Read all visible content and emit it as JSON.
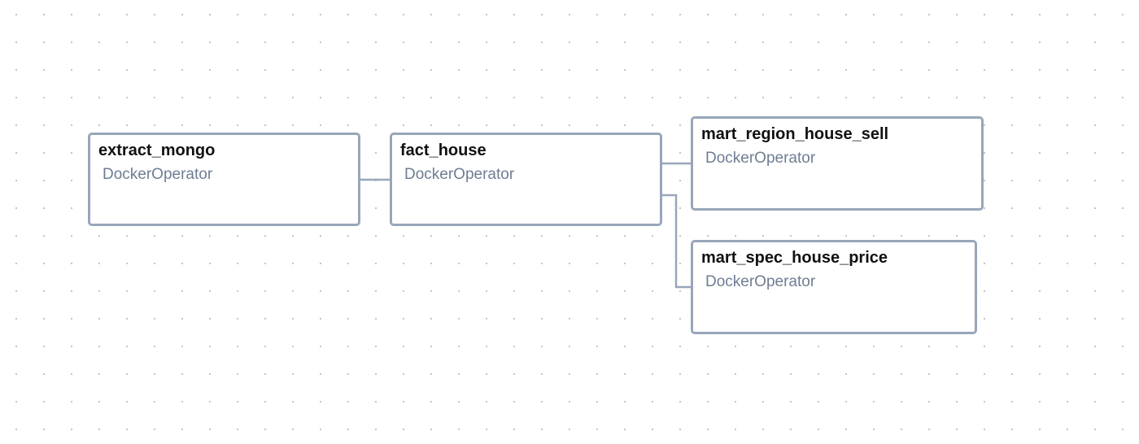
{
  "graph": {
    "tasks": [
      {
        "id": "extract_mongo",
        "name": "extract_mongo",
        "operator": "DockerOperator"
      },
      {
        "id": "fact_house",
        "name": "fact_house",
        "operator": "DockerOperator"
      },
      {
        "id": "mart_region_house_sell",
        "name": "mart_region_house_sell",
        "operator": "DockerOperator"
      },
      {
        "id": "mart_spec_house_price",
        "name": "mart_spec_house_price",
        "operator": "DockerOperator"
      }
    ],
    "edges": [
      {
        "from": "extract_mongo",
        "to": "fact_house"
      },
      {
        "from": "fact_house",
        "to": "mart_region_house_sell"
      },
      {
        "from": "fact_house",
        "to": "mart_spec_house_price"
      }
    ],
    "colors": {
      "node_border": "#98a6b9",
      "edge": "#98a6b9",
      "operator_text": "#6f7d92",
      "task_text": "#111111",
      "grid_dot": "#b3bccb"
    }
  }
}
